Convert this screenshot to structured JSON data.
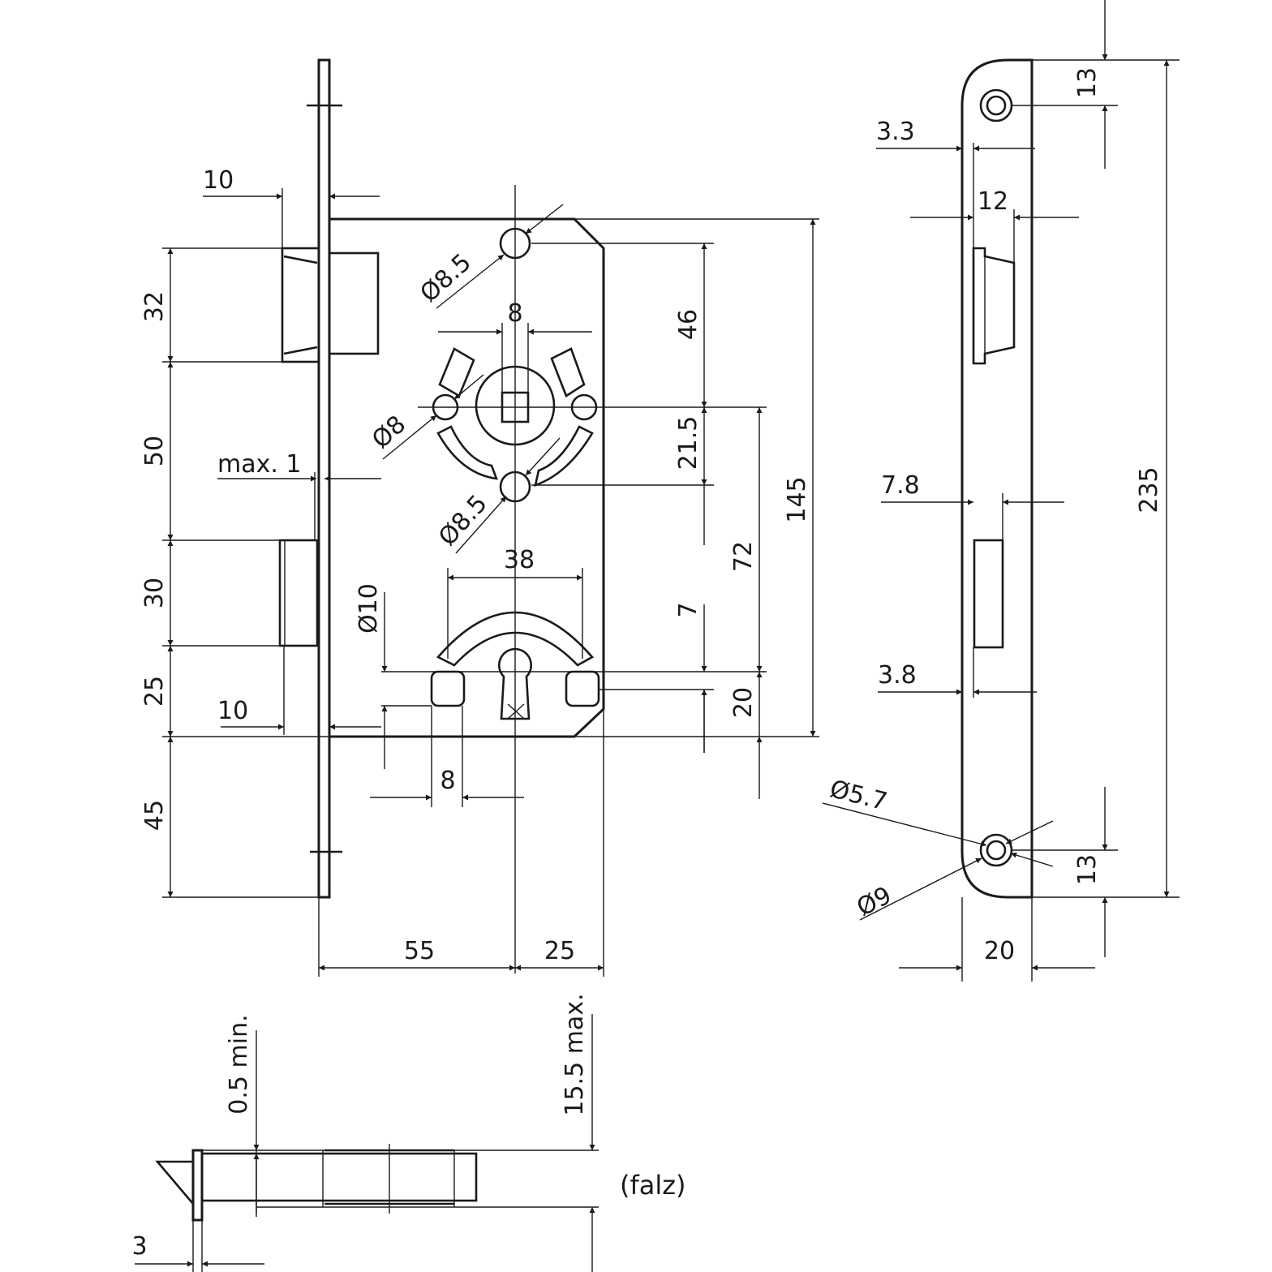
{
  "colors": {
    "ink": "#1a1a1a",
    "background": "#ffffff"
  },
  "labels": {
    "front_view": {
      "ten_top": "10",
      "thirty_two": "32",
      "fifty": "50",
      "max_one": "max. 1",
      "thirty": "30",
      "twenty_five_left": "25",
      "ten_bottom": "10",
      "forty_five": "45",
      "diameter_8_5_top": "Ø8.5",
      "eight_top": "8",
      "diameter_8": "Ø8",
      "diameter_8_5_lower": "Ø8.5",
      "thirty_eight": "38",
      "diameter_10": "Ø10",
      "eight_bottom": "8",
      "forty_six": "46",
      "twenty_one_five": "21.5",
      "seven": "7",
      "seventy_two": "72",
      "twenty_right": "20",
      "one_forty_five": "145",
      "fifty_five": "55",
      "twenty_five_bottom": "25"
    },
    "faceplate_view": {
      "thirteen_top": "13",
      "three_three": "3.3",
      "twelve": "12",
      "seven_eight": "7.8",
      "three_eight": "3.8",
      "diameter_5_7": "Ø5.7",
      "diameter_9": "Ø9",
      "thirteen_bottom": "13",
      "two_thirty_five": "235",
      "twenty": "20"
    },
    "section_view": {
      "half_min": "0.5 min.",
      "fifteen_five_max": "15.5 max.",
      "falz": "(falz)",
      "three": "3"
    }
  }
}
